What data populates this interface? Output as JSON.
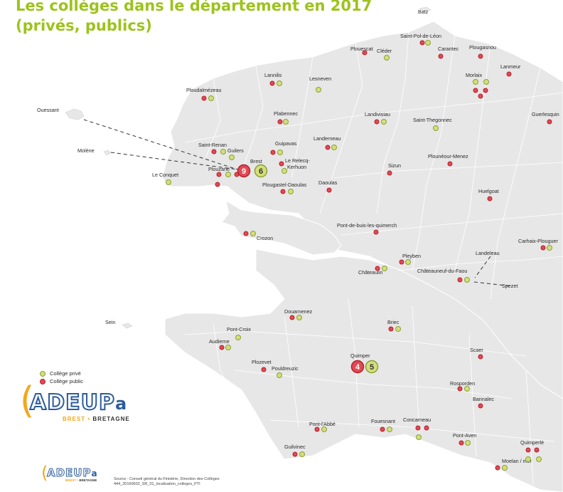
{
  "title": {
    "line1": "Les collèges dans le département en 2017",
    "line2": "(privés, publics)"
  },
  "legend": {
    "prive": "Collège privé",
    "public": "Collège public"
  },
  "colors": {
    "title": "#9cc31c",
    "prive_fill": "#d4df7a",
    "prive_stroke": "#8aa038",
    "public_fill": "#e04a55",
    "public_stroke": "#b5202c",
    "land": "#e7e7e7",
    "commune_border": "#ffffff",
    "logo_blue": "#2d5c9c",
    "logo_orange": "#f2a81d"
  },
  "logo": {
    "bracket": "(",
    "name": "ADEUP",
    "suffix": "a",
    "sub1": "BREST",
    "sep": "•",
    "sub2": "BRETAGNE"
  },
  "source": {
    "line1": "Source : Conseil général du Finistère, Direction des Collèges",
    "line2": "444_20160602_SR_01_localisation_colleges_PTI"
  },
  "places": {
    "batz": "Batz",
    "saint_pol": "Saint-Pol-de-Léon",
    "plouescat": "Plouescat",
    "cleder": "Cléder",
    "carantec": "Carantec",
    "plougasnou": "Plougasnou",
    "lanmeur": "Lanmeur",
    "morlaix": "Morlaix",
    "guerlesquin": "Guerlesquin",
    "lannilis": "Lannilis",
    "lesneven": "Lesneven",
    "ploudalmezeau": "Ploudalmézeau",
    "ouessant": "Ouessant",
    "plabennec": "Plabennec",
    "landivisiau": "Landivisiau",
    "saint_thegonnec": "Saint-Thegonnec",
    "landerneau": "Landerneau",
    "saint_renan": "Saint-Renan",
    "guilers": "Guilers",
    "guipavas": "Guipavas",
    "molene": "Molène",
    "brest": "Brest",
    "le_relecq": "Le Relecq-",
    "kerhuon": "Kerhuon",
    "plouzane": "Plouzané",
    "le_conquet": "Le Conquet",
    "plougastel": "Plougastel-Daoulas",
    "daoulas": "Daoulas",
    "sizun": "Sizun",
    "plouneour": "Plounéour-Menez",
    "huelgoat": "Huelgoat",
    "crozon": "Crozon",
    "pont_de_buis": "Pont-de-buis-les-quimerch",
    "carhaix": "Carhaix-Plouguer",
    "landeleau": "Landeleau",
    "pleyben": "Pleyben",
    "chateaulin": "Châteaulin",
    "chateauneuf": "Châteauneuf-du-Faou",
    "spezet": "Spezet",
    "sein": "Sein",
    "douarnenez": "Douarnenez",
    "briec": "Briec",
    "pont_croix": "Pont-Croix",
    "audierne": "Audierne",
    "quimper": "Quimper",
    "scaer": "Scaer",
    "plozevet": "Plozevet",
    "pouldreuzic": "Pouldreuzic",
    "rosporden": "Rosporden",
    "bannalec": "Bannalec",
    "pont_labbe": "Pont-l'Abbé",
    "fouesnant": "Fouesnant",
    "concarneau": "Concarneau",
    "pont_aven": "Pont-Aven",
    "quimperle": "Quimperlé",
    "guilvinec": "Guilvinec",
    "moelan": "Moelan / mer"
  },
  "clusters": {
    "brest_public": "9",
    "brest_prive": "6",
    "quimper_public": "4",
    "quimper_prive": "5"
  }
}
